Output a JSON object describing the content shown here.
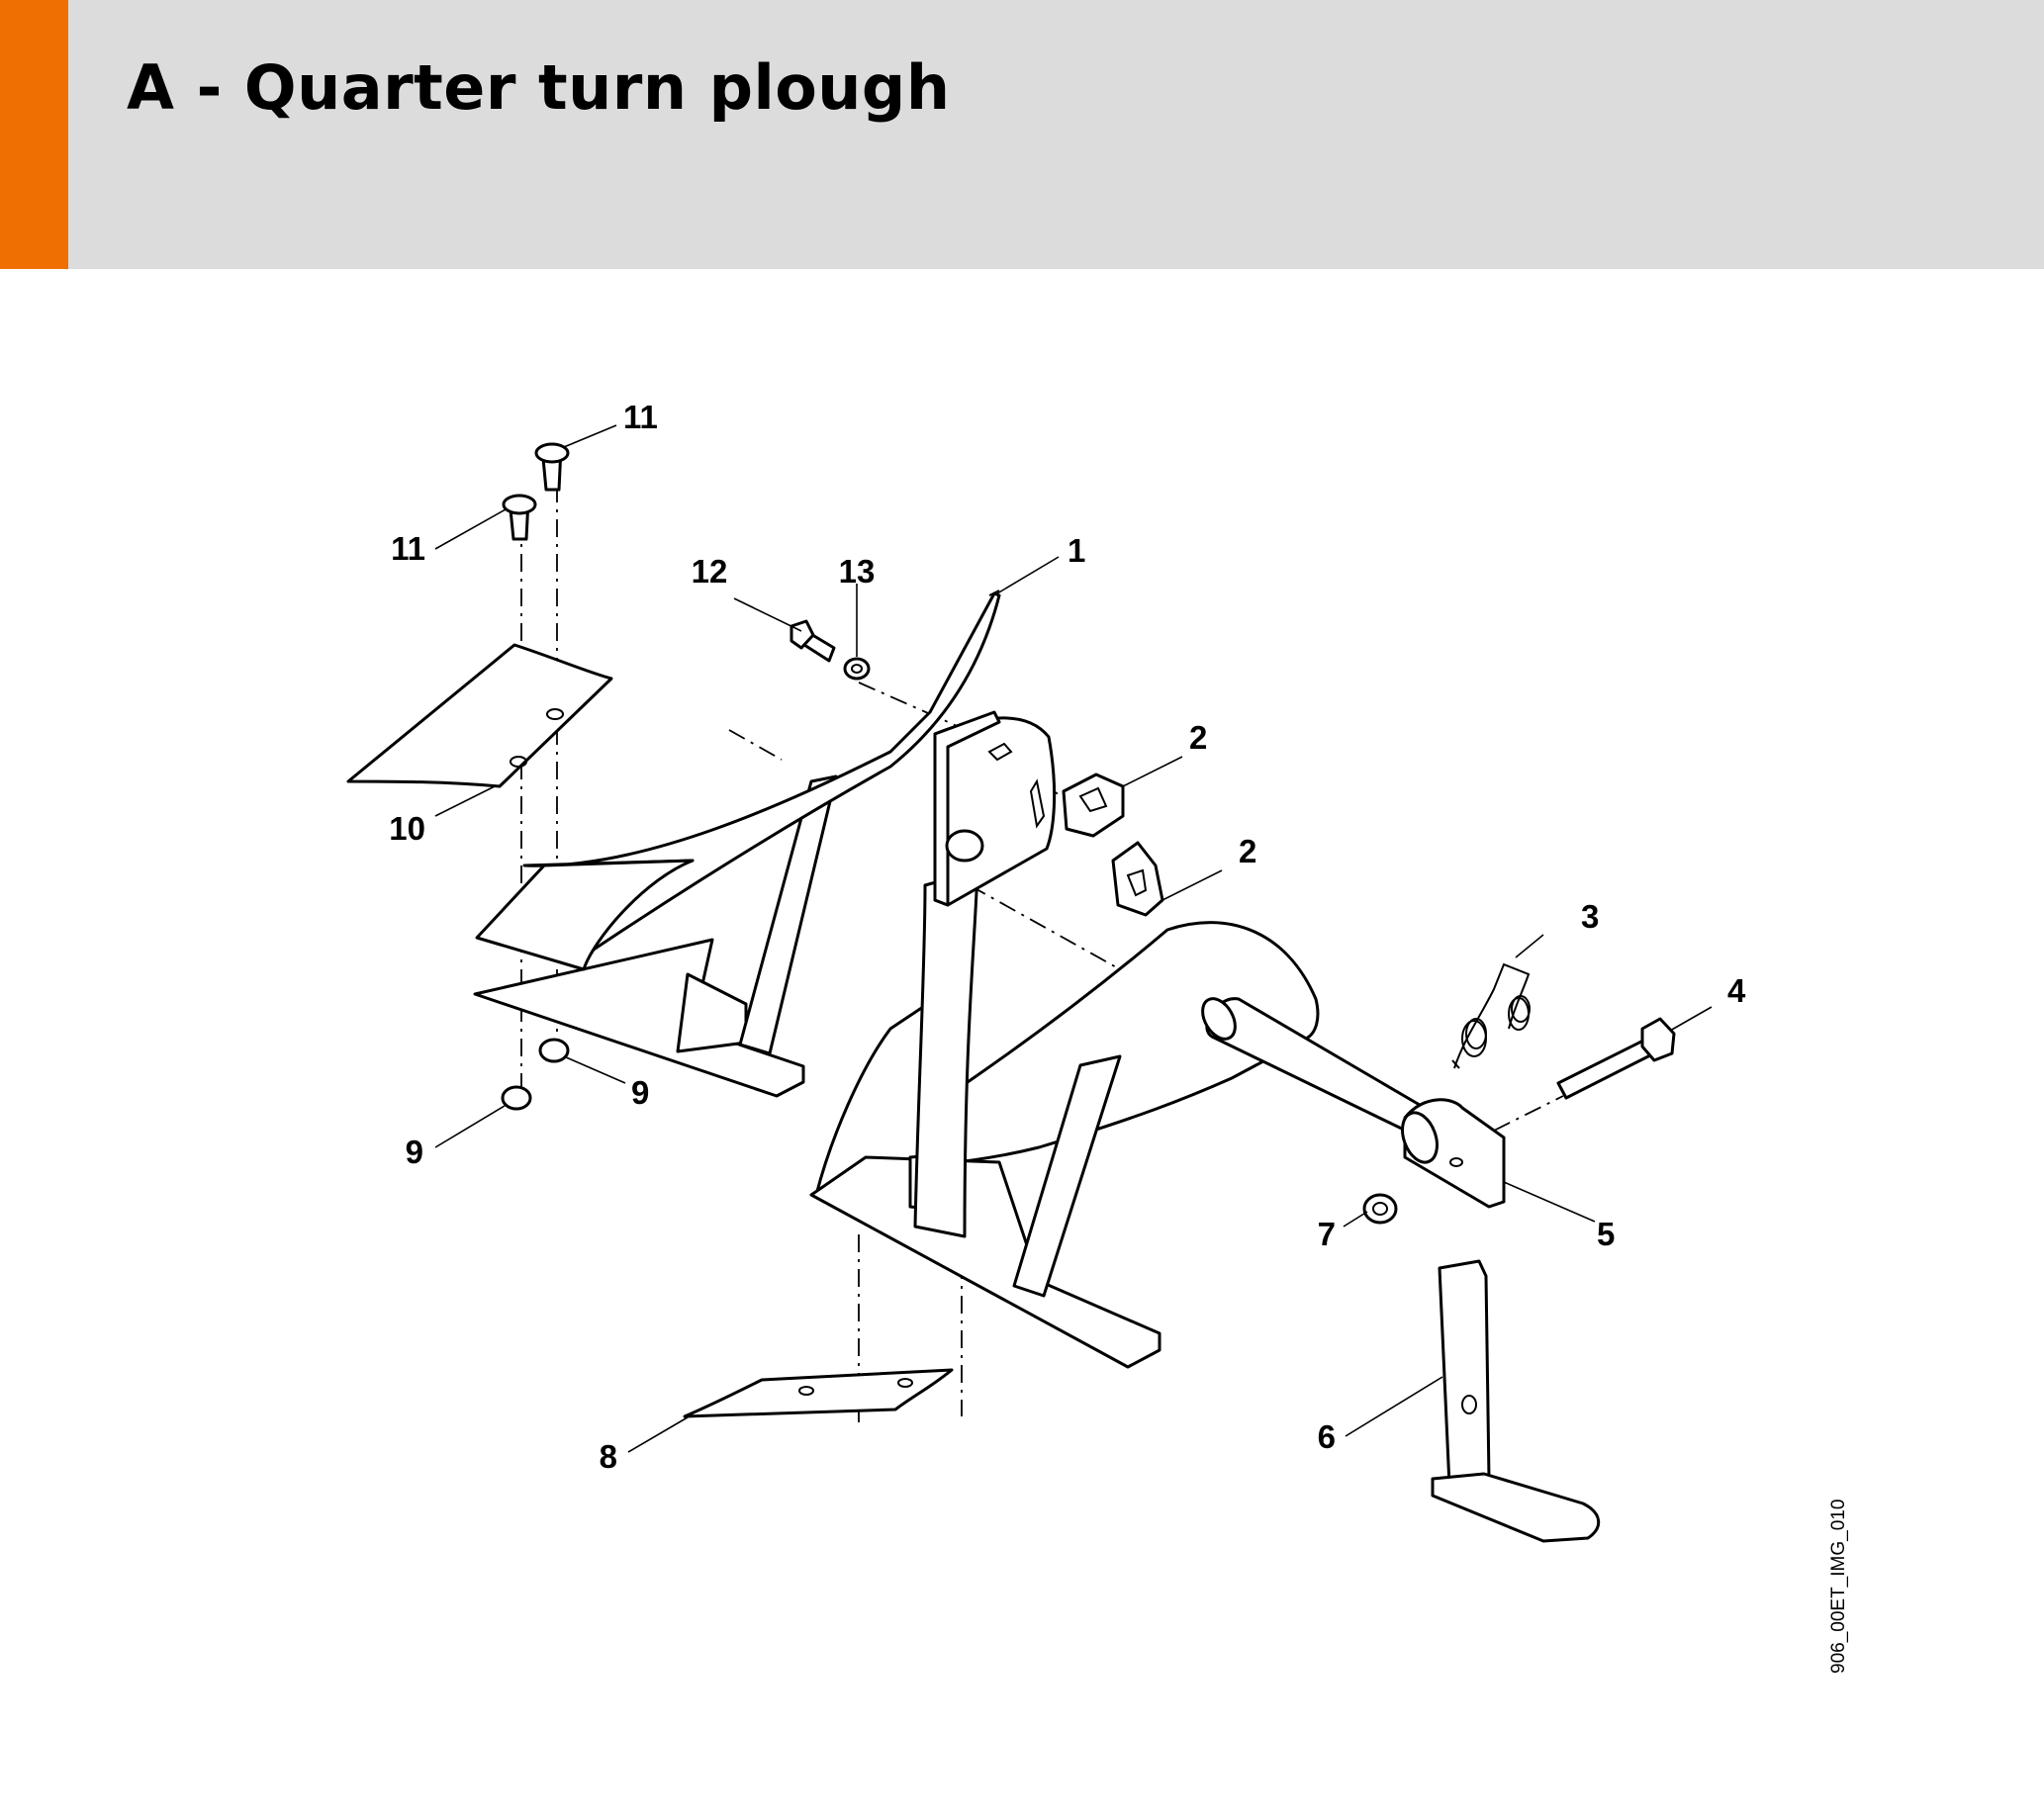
{
  "header": {
    "title": "A - Quarter turn plough",
    "accent_color": "#ef7000",
    "background_color": "#dcdcdc"
  },
  "diagram": {
    "reference_code": "906_00ET_IMG_010",
    "callouts": [
      "11",
      "11",
      "12",
      "13",
      "1",
      "2",
      "2",
      "3",
      "4",
      "10",
      "9",
      "9",
      "5",
      "7",
      "6",
      "8"
    ]
  }
}
